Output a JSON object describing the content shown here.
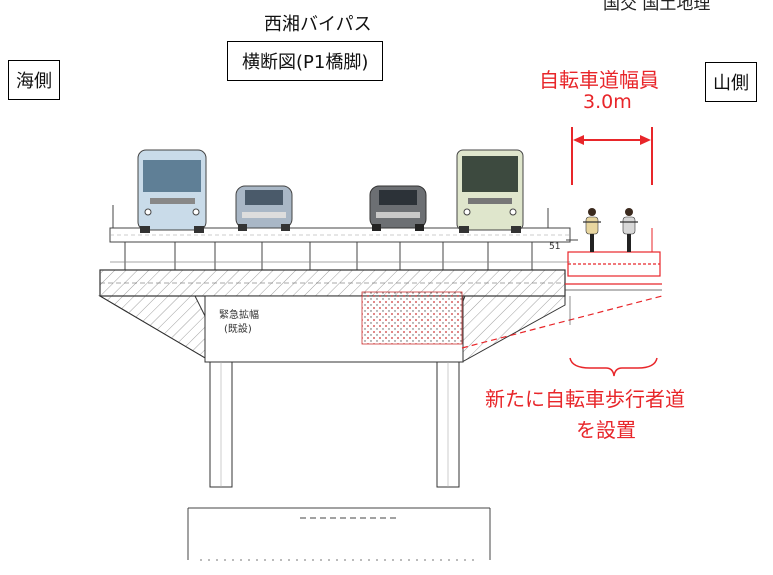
{
  "header": {
    "corner_text": "国交 国土地理",
    "route_name": "西湘バイパス",
    "section_title": "横断図(P1橋脚)"
  },
  "sides": {
    "sea": "海側",
    "mountain": "山側"
  },
  "bike_lane": {
    "label": "自転車道幅員",
    "width": "3.0m"
  },
  "new_path": {
    "line1": "新たに自転車歩行者道",
    "line2": "を設置"
  },
  "drawing": {
    "existing_note_1": "緊急拡幅",
    "existing_note_2": "(既設)",
    "dimension_51": "51"
  },
  "colors": {
    "annotation_red": "#e8262a",
    "line": "#222222"
  }
}
